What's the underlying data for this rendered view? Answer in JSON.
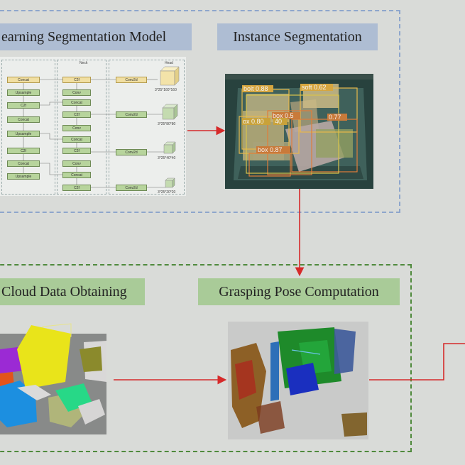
{
  "sections": {
    "seg_model_label": "earning Segmentation Model",
    "instance_label": "Instance Segmentation",
    "cloud_label": "Cloud Data Obtaining",
    "pose_label": "Grasping Pose Computation"
  },
  "network": {
    "neck_label": "Neck",
    "head_label": "Head",
    "backbone_boxes": [
      "Concat",
      "Upsample",
      "C2f",
      "Concat",
      "Upsample",
      "C2f",
      "Concat",
      "Upsample"
    ],
    "neck_boxes": [
      "C2f",
      "Conv",
      "Concat",
      "C2f",
      "Conv",
      "Concat",
      "C2f",
      "Conv",
      "Concat",
      "C2f"
    ],
    "head_boxes": [
      "Conv2d",
      "Conv2d",
      "Conv2d",
      "Conv2d"
    ],
    "head_shapes": [
      "3*25*160*160",
      "3*25*80*80",
      "3*25*40*40",
      "3*25*20*20"
    ]
  },
  "detections": [
    {
      "label": "bolt 0.88"
    },
    {
      "label": "soft 0.62"
    },
    {
      "label": "box 0.5"
    },
    {
      "label": "0.77"
    },
    {
      "label": "ox 0.80"
    },
    {
      "label": "40"
    },
    {
      "label": "box 0.87"
    }
  ],
  "colors": {
    "blue_frame": "#8ea6cc",
    "green_frame": "#4f8a3c",
    "arrow": "#d62a2a",
    "blue_label": "#aebdd3",
    "green_label": "#a9cb98"
  }
}
